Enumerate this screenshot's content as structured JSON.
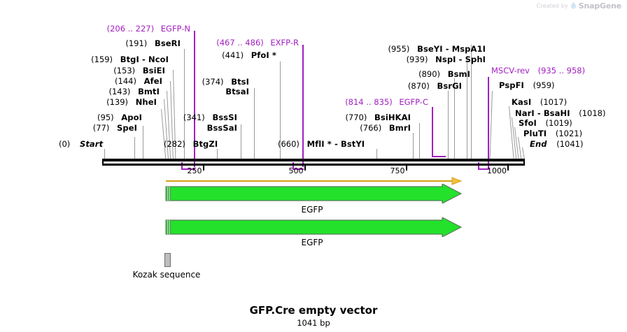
{
  "watermark": {
    "created_by": "Created by",
    "brand": "SnapGene",
    "logo_icon": "snapgene-logo-icon"
  },
  "title": "GFP.Cre empty vector",
  "subtitle": "1041 bp",
  "sequence_length_bp": 1041,
  "ruler": {
    "ticks": [
      {
        "label": "250",
        "value": 250
      },
      {
        "label": "500",
        "value": 500
      },
      {
        "label": "750",
        "value": 750
      },
      {
        "label": "1000",
        "value": 1000
      }
    ]
  },
  "endpoints": [
    {
      "pos_label": "(0)",
      "name": "Start",
      "value": 0
    },
    {
      "pos_label": "(1041)",
      "name": "End",
      "value": 1041
    }
  ],
  "features": [
    {
      "name": "EGFP-N",
      "range_label": "(206 .. 227)",
      "start": 206,
      "end": 227,
      "color": "#a21fc0"
    },
    {
      "name": "EXFP-R",
      "range_label": "(467 .. 486)",
      "start": 467,
      "end": 486,
      "color": "#a21fc0"
    },
    {
      "name": "EGFP-C",
      "range_label": "(814 .. 835)",
      "start": 814,
      "end": 835,
      "color": "#a21fc0"
    },
    {
      "name": "MSCV-rev",
      "range_label": "(935 .. 958)",
      "start": 935,
      "end": 958,
      "color": "#a21fc0"
    }
  ],
  "enzymes": [
    {
      "pos_label": "(77)",
      "name": "SpeI",
      "value": 77
    },
    {
      "pos_label": "(95)",
      "name": "ApoI",
      "value": 95
    },
    {
      "pos_label": "(139)",
      "name": "NheI",
      "value": 139
    },
    {
      "pos_label": "(143)",
      "name": "BmtI",
      "value": 143
    },
    {
      "pos_label": "(144)",
      "name": "AfeI",
      "value": 144
    },
    {
      "pos_label": "(153)",
      "name": "BsiEI",
      "value": 153
    },
    {
      "pos_label": "(159)",
      "name": "BtgI - NcoI",
      "value": 159
    },
    {
      "pos_label": "(191)",
      "name": "BseRI",
      "value": 191
    },
    {
      "pos_label": "(282)",
      "name": "BtgZI",
      "value": 282
    },
    {
      "pos_label": "(341)",
      "name": "BssSI",
      "value": 341
    },
    {
      "pos_label": "",
      "name": "BssSaI",
      "value": 341
    },
    {
      "pos_label": "(374)",
      "name": "BtsI",
      "value": 374
    },
    {
      "pos_label": "",
      "name": "BtsaI",
      "value": 374
    },
    {
      "pos_label": "(441)",
      "name": "PfoI *",
      "value": 441
    },
    {
      "pos_label": "(660)",
      "name": "MflI * - BstYI",
      "value": 660
    },
    {
      "pos_label": "(766)",
      "name": "BmrI",
      "value": 766
    },
    {
      "pos_label": "(770)",
      "name": "BsiHKAI",
      "value": 770
    },
    {
      "pos_label": "(870)",
      "name": "BsrGI",
      "value": 870
    },
    {
      "pos_label": "(890)",
      "name": "BsmI",
      "value": 890
    },
    {
      "pos_label": "(939)",
      "name": "NspI - SphI",
      "value": 939
    },
    {
      "pos_label": "(955)",
      "name": "BseYI - MspA1I",
      "value": 955
    },
    {
      "pos_label": "(959)",
      "name": "PspFI",
      "value": 959
    },
    {
      "pos_label": "(1017)",
      "name": "KasI",
      "value": 1017
    },
    {
      "pos_label": "(1018)",
      "name": "NarI - BsaHI",
      "value": 1018
    },
    {
      "pos_label": "(1019)",
      "name": "SfoI",
      "value": 1019
    },
    {
      "pos_label": "(1021)",
      "name": "PluTI",
      "value": 1021
    }
  ],
  "genes": [
    {
      "name": "EGFP",
      "color": "#22e22a",
      "has_promoter_arrow": true
    },
    {
      "name": "EGFP",
      "color": "#22e22a",
      "has_promoter_arrow": false
    }
  ],
  "misc_features": [
    {
      "name": "Kozak sequence",
      "color": "#bdbdbd"
    }
  ],
  "labels_left": {
    "l_spei_pos": "(77)",
    "l_spei": "SpeI",
    "l_apoi_pos": "(95)",
    "l_apoi": "ApoI",
    "l_nhei_pos": "(139)",
    "l_nhei": "NheI",
    "l_bmti_pos": "(143)",
    "l_bmti": "BmtI",
    "l_afei_pos": "(144)",
    "l_afei": "AfeI",
    "l_bsiei_pos": "(153)",
    "l_bsiei": "BsiEI",
    "l_btgi_pos": "(159)",
    "l_btgi": "BtgI - NcoI",
    "l_bseri_pos": "(191)",
    "l_bseri": "BseRI",
    "l_start_pos": "(0)",
    "l_start": "Start"
  },
  "labels_mid": {
    "m_btgzi_pos": "(282)",
    "m_btgzi": "BtgZI",
    "m_bssi_pos": "(341)",
    "m_bssi": "BssSI",
    "m_bsssai": "BssSaI",
    "m_btsi_pos": "(374)",
    "m_btsi": "BtsI",
    "m_btsai": "BtsaI",
    "m_pfoi_pos": "(441)",
    "m_pfoi": "PfoI *",
    "m_mfli_pos": "(660)",
    "m_mfli": "MflI * - BstYI"
  },
  "labels_right": {
    "r_bmri_pos": "(766)",
    "r_bmri": "BmrI",
    "r_bsihkai_pos": "(770)",
    "r_bsihkai": "BsiHKAI",
    "r_bsrgi_pos": "(870)",
    "r_bsrgi": "BsrGI",
    "r_bsmi_pos": "(890)",
    "r_bsmi": "BsmI",
    "r_nspi_pos": "(939)",
    "r_nspi": "NspI - SphI",
    "r_bseyi_pos": "(955)",
    "r_bseyi": "BseYI - MspA1I",
    "r_pspfi": "PspFI",
    "r_pspfi_pos": "(959)",
    "r_kasi": "KasI",
    "r_kasi_pos": "(1017)",
    "r_nari": "NarI - BsaHI",
    "r_nari_pos": "(1018)",
    "r_sfoi": "SfoI",
    "r_sfoi_pos": "(1019)",
    "r_pluti": "PluTI",
    "r_pluti_pos": "(1021)",
    "r_end": "End",
    "r_end_pos": "(1041)"
  },
  "feature_labels": {
    "egfp_n_range": "(206 .. 227)",
    "egfp_n_name": "EGFP-N",
    "exfp_r_range": "(467 .. 486)",
    "exfp_r_name": "EXFP-R",
    "egfp_c_range": "(814 .. 835)",
    "egfp_c_name": "EGFP-C",
    "mscv_rev_name": "MSCV-rev",
    "mscv_rev_range": "(935 .. 958)"
  },
  "gene_labels": {
    "egfp1": "EGFP",
    "egfp2": "EGFP",
    "kozak": "Kozak sequence"
  },
  "ruler_labels": {
    "t250": "250",
    "t500": "500",
    "t750": "750",
    "t1000": "1000"
  },
  "colors": {
    "gene_green": "#22e22a",
    "feature_purple": "#a21fc0",
    "promoter_orange": "#d4a017",
    "kozak_grey": "#bdbdbd",
    "backbone_black": "#000000"
  }
}
